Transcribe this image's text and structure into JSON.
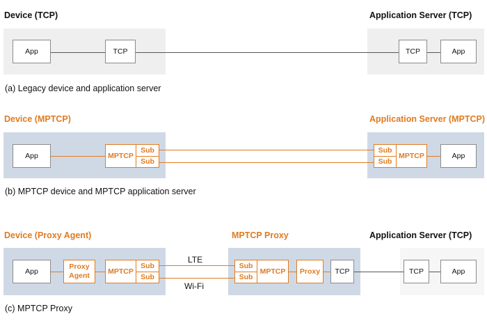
{
  "section_a": {
    "device_title": "Device (TCP)",
    "server_title": "Application Server (TCP)",
    "device_app": "App",
    "device_tcp": "TCP",
    "server_tcp": "TCP",
    "server_app": "App",
    "caption": "(a) Legacy device and application server"
  },
  "section_b": {
    "device_title": "Device (MPTCP)",
    "server_title": "Application Server (MPTCP)",
    "device_app": "App",
    "device_mptcp": "MPTCP",
    "device_sub1": "Sub",
    "device_sub2": "Sub",
    "server_sub1": "Sub",
    "server_sub2": "Sub",
    "server_mptcp": "MPTCP",
    "server_app": "App",
    "caption": "(b) MPTCP device and MPTCP application server"
  },
  "section_c": {
    "device_title": "Device (Proxy Agent)",
    "proxy_title": "MPTCP Proxy",
    "server_title": "Application Server (TCP)",
    "device_app": "App",
    "proxy_agent": "Proxy\nAgent",
    "device_mptcp": "MPTCP",
    "device_sub1": "Sub",
    "device_sub2": "Sub",
    "proxy_sub1": "Sub",
    "proxy_sub2": "Sub",
    "proxy_mptcp": "MPTCP",
    "proxy_proxy": "Proxy",
    "proxy_tcp": "TCP",
    "server_tcp": "TCP",
    "server_app": "App",
    "lte_label": "LTE",
    "wifi_label": "Wi-Fi",
    "caption": "(c) MPTCP Proxy"
  },
  "colors": {
    "accent": "#e07b20",
    "panel_grey": "#efefef",
    "panel_blue": "#cfd9e6"
  }
}
